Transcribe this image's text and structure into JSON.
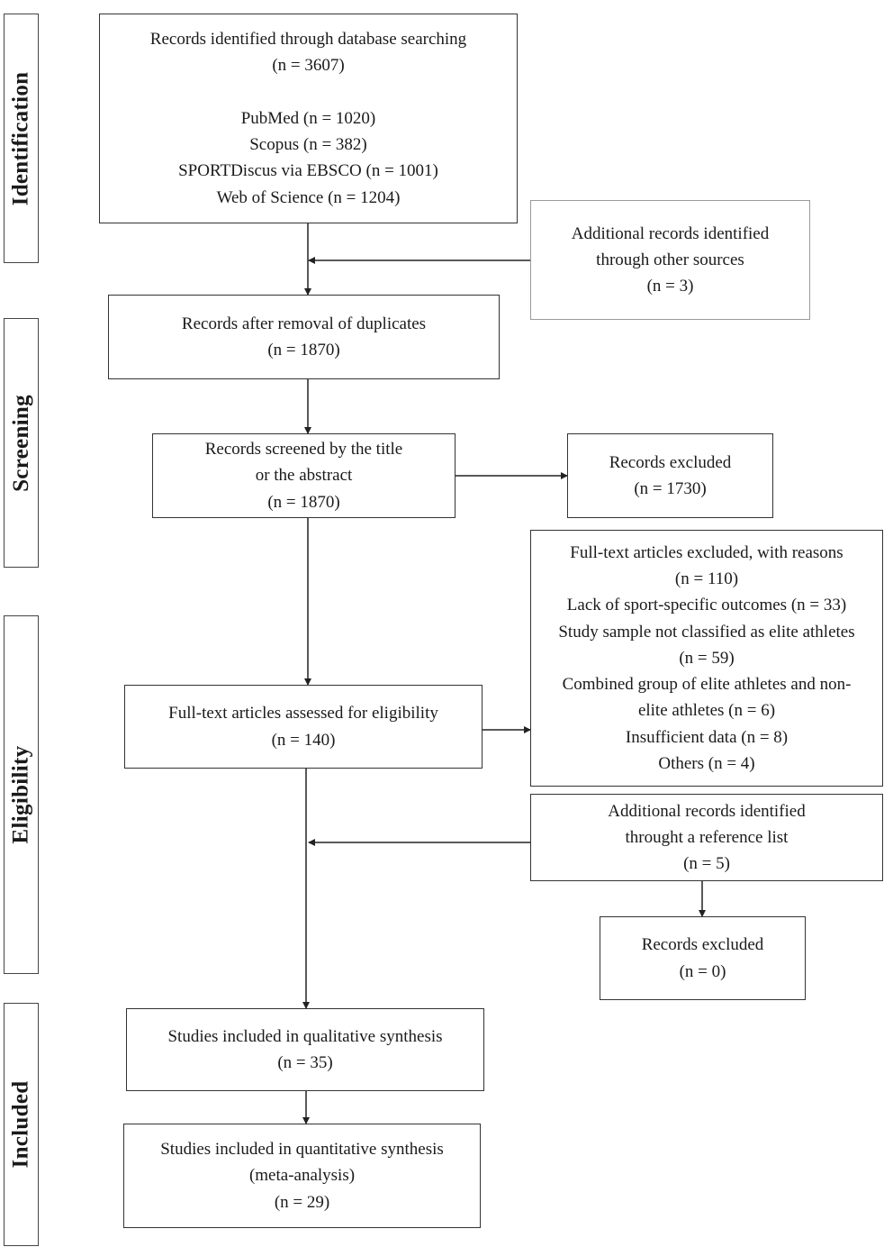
{
  "phases": {
    "identification": "Identification",
    "screening": "Screening",
    "eligibility": "Eligibility",
    "included": "Included"
  },
  "identified": {
    "title": "Records identified through database searching",
    "count": "(n = 3607)",
    "sources": [
      "PubMed (n = 1020)",
      "Scopus (n = 382)",
      "SPORTDiscus via EBSCO (n = 1001)",
      "Web of Science (n = 1204)"
    ]
  },
  "additional": {
    "lines": [
      "Additional records identified",
      "through other sources",
      "(n = 3)"
    ]
  },
  "after_duplicates": {
    "lines": [
      "Records after removal of duplicates",
      "(n = 1870)"
    ]
  },
  "screened": {
    "lines": [
      "Records screened by the title",
      "or the abstract",
      "(n = 1870)"
    ]
  },
  "excluded_screen": {
    "lines": [
      "Records excluded",
      "(n = 1730)"
    ]
  },
  "fulltext_excluded": {
    "lines": [
      "Full-text articles excluded, with reasons",
      "(n = 110)",
      "Lack of sport-specific outcomes (n = 33)",
      "Study sample not classified as elite athletes",
      "(n = 59)",
      "Combined group of elite athletes and non-",
      "elite athletes (n = 6)",
      "Insufficient data (n = 8)",
      "Others (n = 4)"
    ]
  },
  "fulltext_assessed": {
    "lines": [
      "Full-text articles assessed for eligibility",
      "(n = 140)"
    ]
  },
  "reference_list": {
    "lines": [
      "Additional records identified",
      "throught a reference list",
      "(n = 5)"
    ]
  },
  "excluded_ref": {
    "lines": [
      "Records excluded",
      "(n = 0)"
    ]
  },
  "qualitative": {
    "lines": [
      "Studies included in qualitative synthesis",
      "(n = 35)"
    ]
  },
  "quantitative": {
    "lines": [
      "Studies included in quantitative synthesis",
      "(meta-analysis)",
      "(n = 29)"
    ]
  }
}
